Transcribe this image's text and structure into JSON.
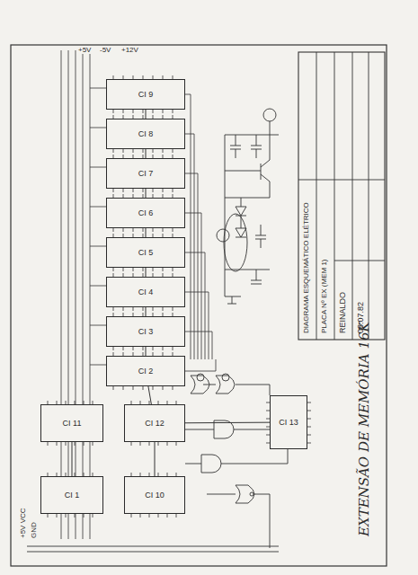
{
  "diagram": {
    "title": "EXTENSÃO DE MEMÓRIA 16K",
    "nodes": [
      {
        "text": [
          "CI 9"
        ]
      },
      {
        "text": [
          "CI 8"
        ]
      },
      {
        "text": [
          "CI 7"
        ]
      },
      {
        "text": [
          "CI 6"
        ]
      },
      {
        "text": [
          "CI 5"
        ]
      },
      {
        "text": [
          "CI 4"
        ]
      },
      {
        "text": [
          "CI 3"
        ]
      },
      {
        "text": [
          "CI 2"
        ]
      },
      {
        "text": [
          "CI 11"
        ]
      },
      {
        "text": [
          "CI 12"
        ]
      },
      {
        "text": [
          "CI 1"
        ]
      },
      {
        "text": [
          "CI 10"
        ]
      },
      {
        "text": [
          "CI 13"
        ]
      }
    ],
    "edges": [
      {
        "from": 0,
        "to": 1,
        "arrow": "none"
      },
      {
        "from": 1,
        "to": 2,
        "arrow": "none"
      },
      {
        "from": 2,
        "to": 3,
        "arrow": "none"
      },
      {
        "from": 3,
        "to": 4,
        "arrow": "none"
      },
      {
        "from": 4,
        "to": 5,
        "arrow": "none"
      },
      {
        "from": 5,
        "to": 6,
        "arrow": "none"
      },
      {
        "from": 6,
        "to": 7,
        "arrow": "none"
      },
      {
        "from": 7,
        "to": 9,
        "arrow": "none"
      },
      {
        "from": 8,
        "to": 10,
        "arrow": "none"
      },
      {
        "from": 9,
        "to": 11,
        "arrow": "none"
      },
      {
        "from": 9,
        "to": 12,
        "arrow": "none"
      }
    ],
    "labels": [
      "+5V VCC",
      "GND",
      "+5V",
      "-5V",
      "+12V",
      "DIAGRAMA ESQUEMÁTICO ELÉTRICO",
      "PLACA Nº EX (MEM 1)",
      "REINALDO",
      "08.07.82"
    ]
  }
}
